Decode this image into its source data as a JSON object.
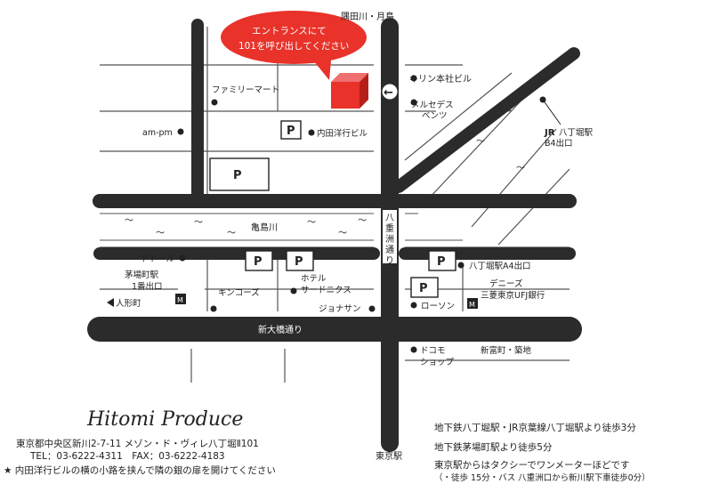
{
  "colors": {
    "road": "#2b2b2b",
    "thin_road": "#555555",
    "building": "#e8322a",
    "bubble": "#e8322a",
    "ink": "#222222"
  },
  "callout": {
    "line1": "エントランスにて",
    "line2": "101を呼び出してください"
  },
  "places": {
    "sumida": "隅田川・月島",
    "kirin": "キリン本社ビル",
    "mercedes1": "メルセデス",
    "mercedes2": "ベンツ",
    "family_mart": "ファミリーマート",
    "ampm": "am-pm",
    "uchida": "内田洋行ビル",
    "jr_station_a": "JR",
    "jr_station_b": "八丁堀駅",
    "jr_exit": "B4出口",
    "kameshima": "亀島川",
    "yaesu1": "八",
    "yaesu2": "重",
    "yaesu3": "洲",
    "yaesu4": "通",
    "yaesu5": "り",
    "doutor": "ドトール",
    "kayabacho1": "茅場町駅",
    "kayabacho2": "1番出口",
    "ningyocho": "人形町",
    "kinkos": "キンコーズ",
    "hotel1": "ホテル",
    "hotel2": "サードニクス",
    "jonathan": "ジョナサン",
    "hatchobori_a4": "八丁堀駅A4出口",
    "dennys": "デニーズ",
    "ufj": "三菱東京UFJ銀行",
    "lawson": "ローソン",
    "shin_ohashi": "新大橋通り",
    "docomo1": "ドコモ",
    "docomo2": "ショップ",
    "shintomicho": "新富町・築地",
    "tokyo_station": "東京駅",
    "metro_mark": "M"
  },
  "parking_label": "P",
  "arrow_glyph": "←",
  "company": {
    "name": "Hitomi Produce",
    "address": "東京都中央区新川2-7-11 メゾン・ド・ヴィレ八丁堀Ⅱ101",
    "tel_fax": "TEL：03-6222-4311　FAX：03-6222-4183",
    "note": "★ 内田洋行ビルの横の小路を挟んで隣の銀の扉を開けてください"
  },
  "access": {
    "line1": "地下鉄八丁堀駅・JR京葉線八丁堀駅より徒歩3分",
    "line2": "地下鉄茅場町駅より徒歩5分",
    "line3": "東京駅からはタクシーでワンメーターほどです",
    "line4": "（・徒歩 15分・バス 八重洲口から新川駅下車徒歩0分）"
  },
  "river_tilde": "～"
}
